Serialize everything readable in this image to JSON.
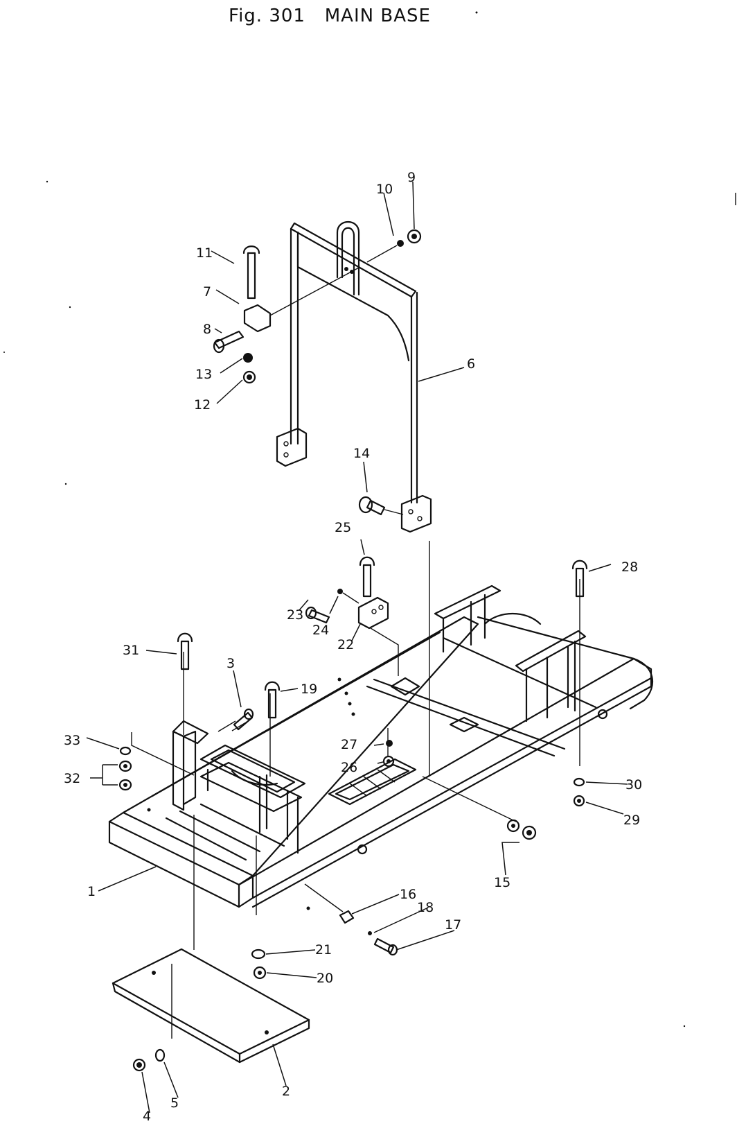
{
  "figure": {
    "number": "Fig. 301",
    "name": "MAIN BASE"
  },
  "callouts": [
    {
      "id": "c1",
      "label": "1"
    },
    {
      "id": "c2",
      "label": "2"
    },
    {
      "id": "c3",
      "label": "3"
    },
    {
      "id": "c4",
      "label": "4"
    },
    {
      "id": "c5",
      "label": "5"
    },
    {
      "id": "c6",
      "label": "6"
    },
    {
      "id": "c7",
      "label": "7"
    },
    {
      "id": "c8",
      "label": "8"
    },
    {
      "id": "c9",
      "label": "9"
    },
    {
      "id": "c10",
      "label": "10"
    },
    {
      "id": "c11",
      "label": "11"
    },
    {
      "id": "c12",
      "label": "12"
    },
    {
      "id": "c13",
      "label": "13"
    },
    {
      "id": "c14",
      "label": "14"
    },
    {
      "id": "c15",
      "label": "15"
    },
    {
      "id": "c16",
      "label": "16"
    },
    {
      "id": "c17",
      "label": "17"
    },
    {
      "id": "c18",
      "label": "18"
    },
    {
      "id": "c19",
      "label": "19"
    },
    {
      "id": "c20",
      "label": "20"
    },
    {
      "id": "c21",
      "label": "21"
    },
    {
      "id": "c22",
      "label": "22"
    },
    {
      "id": "c23",
      "label": "23"
    },
    {
      "id": "c24",
      "label": "24"
    },
    {
      "id": "c25",
      "label": "25"
    },
    {
      "id": "c26",
      "label": "26"
    },
    {
      "id": "c27",
      "label": "27"
    },
    {
      "id": "c28",
      "label": "28"
    },
    {
      "id": "c29",
      "label": "29"
    },
    {
      "id": "c30",
      "label": "30"
    },
    {
      "id": "c31",
      "label": "31"
    },
    {
      "id": "c32",
      "label": "32"
    },
    {
      "id": "c33",
      "label": "33"
    }
  ]
}
